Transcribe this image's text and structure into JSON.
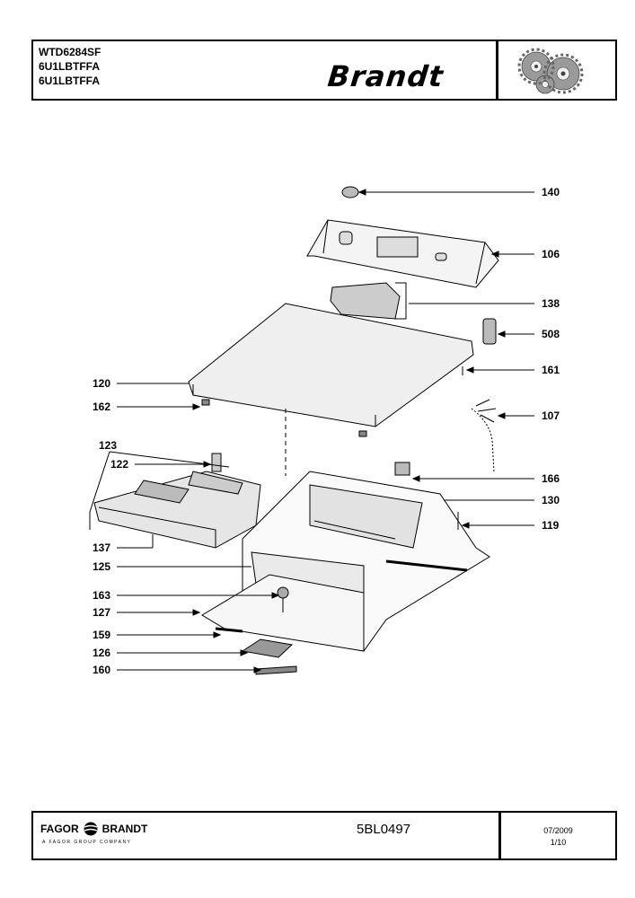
{
  "header": {
    "models": [
      "WTD6284SF",
      "6U1LBTFFA",
      "6U1LBTFFA"
    ],
    "brand": "Brandt"
  },
  "callouts": [
    {
      "id": "140",
      "label": "140"
    },
    {
      "id": "106",
      "label": "106"
    },
    {
      "id": "138",
      "label": "138"
    },
    {
      "id": "508",
      "label": "508"
    },
    {
      "id": "161",
      "label": "161"
    },
    {
      "id": "107",
      "label": "107"
    },
    {
      "id": "166",
      "label": "166"
    },
    {
      "id": "130",
      "label": "130"
    },
    {
      "id": "119",
      "label": "119"
    },
    {
      "id": "120",
      "label": "120"
    },
    {
      "id": "162",
      "label": "162"
    },
    {
      "id": "123",
      "label": "123"
    },
    {
      "id": "122",
      "label": "122"
    },
    {
      "id": "137",
      "label": "137"
    },
    {
      "id": "125",
      "label": "125"
    },
    {
      "id": "163",
      "label": "163"
    },
    {
      "id": "127",
      "label": "127"
    },
    {
      "id": "159",
      "label": "159"
    },
    {
      "id": "126",
      "label": "126"
    },
    {
      "id": "160",
      "label": "160"
    }
  ],
  "footer": {
    "company_left": "FAGOR",
    "company_right": "BRANDT",
    "tagline": "A FAGOR GROUP COMPANY",
    "doc_ref": "5BL0497",
    "date": "07/2009",
    "page": "1/10"
  }
}
